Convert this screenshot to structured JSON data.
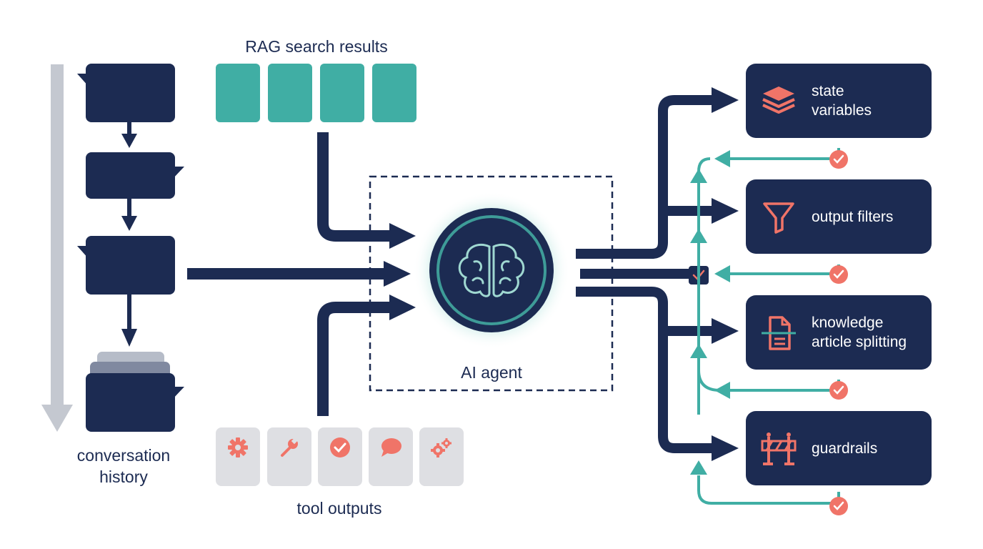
{
  "labels": {
    "rag": "RAG search results",
    "agent": "AI agent",
    "tools": "tool outputs",
    "history": "conversation\nhistory"
  },
  "outputs": [
    {
      "label": "state\nvariables",
      "icon": "layers-icon"
    },
    {
      "label": "output filters",
      "icon": "funnel-icon"
    },
    {
      "label": "knowledge\narticle splitting",
      "icon": "document-split-icon"
    },
    {
      "label": "guardrails",
      "icon": "barrier-icon"
    }
  ],
  "tool_icons": [
    "gear-icon",
    "wrench-icon",
    "check-circle-icon",
    "speech-bubble-icon",
    "gears-icon"
  ],
  "colors": {
    "navy": "#1c2b52",
    "teal": "#40aea4",
    "coral": "#f07468",
    "gray": "#c4c8d0",
    "light_gray": "#dedfe3",
    "brain_line": "#9fd8d1"
  }
}
